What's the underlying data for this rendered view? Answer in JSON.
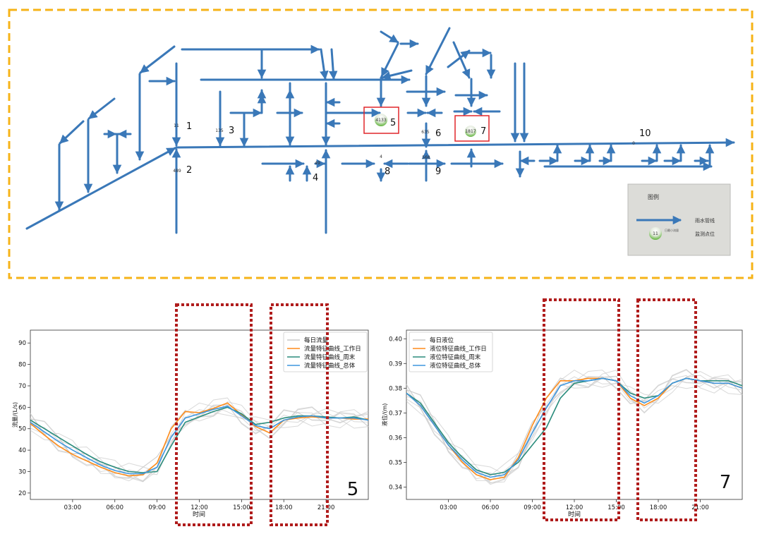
{
  "network": {
    "node_labels": [
      "1",
      "2",
      "3",
      "4",
      "5",
      "6",
      "7",
      "8",
      "9",
      "10"
    ],
    "values": [
      "11",
      "489",
      "135",
      "49",
      "4133",
      "635",
      "1817",
      "4",
      "568",
      "0"
    ],
    "legend": {
      "title": "图例",
      "pipe_label": "雨水管线",
      "point_label": "监测点位",
      "sample_value": "11",
      "sample_note": "日最小流量"
    },
    "colors": {
      "pipe": "#3a78b8",
      "frame": "#f6b318",
      "highlight": "#e0262a",
      "legend_bg": "#dcdcd8"
    }
  },
  "chart_data": [
    {
      "type": "line",
      "panel_label": "5",
      "xlabel": "时间",
      "ylabel": "流量/(L/s)",
      "xticks": [
        "03:00",
        "06:00",
        "09:00",
        "12:00",
        "15:00",
        "18:00",
        "21:00"
      ],
      "yticks": [
        "20",
        "30",
        "40",
        "50",
        "60",
        "70",
        "80",
        "90"
      ],
      "xlim": [
        0,
        24
      ],
      "ylim": [
        17,
        96
      ],
      "legend": [
        "每日流量",
        "流量特征曲线_工作日",
        "流量特征曲线_周末",
        "流量特征曲线_总体"
      ],
      "x": [
        0,
        1,
        2,
        3,
        4,
        5,
        6,
        7,
        8,
        9,
        10,
        11,
        12,
        13,
        14,
        15,
        16,
        17,
        18,
        19,
        20,
        21,
        22,
        23,
        24
      ],
      "series": [
        {
          "name": "流量特征曲线_工作日",
          "color": "#ff8c1a",
          "values": [
            52.5,
            47,
            42,
            38,
            35,
            32,
            29.5,
            28,
            28.5,
            34,
            50,
            58,
            57.5,
            59.5,
            62,
            56.5,
            51,
            48,
            54,
            55,
            55.5,
            55,
            55,
            54.5,
            54.5
          ]
        },
        {
          "name": "流量特征曲线_周末",
          "color": "#2a8c7c",
          "values": [
            54,
            50,
            46,
            42,
            38,
            34.5,
            32,
            30,
            29.5,
            30,
            42,
            53,
            55.5,
            58,
            60,
            57,
            52,
            53,
            55,
            56,
            56,
            55.5,
            55,
            55.5,
            54
          ]
        },
        {
          "name": "流量特征曲线_总体",
          "color": "#3e96de",
          "values": [
            53,
            48.5,
            44,
            40,
            36.5,
            33,
            30.5,
            29,
            29,
            32,
            46,
            55,
            57,
            59,
            60.5,
            56,
            51.5,
            50,
            54,
            55.5,
            56,
            55,
            55,
            55,
            54
          ]
        }
      ],
      "background_series_name": "每日流量",
      "background_color": "#c9c9c9"
    },
    {
      "type": "line",
      "panel_label": "7",
      "xlabel": "时间",
      "ylabel": "液位/(m)",
      "xticks": [
        "03:00",
        "06:00",
        "09:00",
        "12:00",
        "15:00",
        "18:00",
        "21:00"
      ],
      "yticks": [
        "0.34",
        "0.35",
        "0.36",
        "0.37",
        "0.38",
        "0.39",
        "0.40"
      ],
      "xlim": [
        0,
        24
      ],
      "ylim": [
        0.335,
        0.4035
      ],
      "legend": [
        "每日液位",
        "液位特征曲线_工作日",
        "液位特征曲线_周末",
        "液位特征曲线_总体"
      ],
      "x": [
        0,
        1,
        2,
        3,
        4,
        5,
        6,
        7,
        8,
        9,
        10,
        11,
        12,
        13,
        14,
        15,
        16,
        17,
        18,
        19,
        20,
        21,
        22,
        23,
        24
      ],
      "series": [
        {
          "name": "液位特征曲线_工作日",
          "color": "#ff8c1a",
          "values": [
            0.378,
            0.373,
            0.365,
            0.357,
            0.35,
            0.345,
            0.343,
            0.344,
            0.352,
            0.365,
            0.376,
            0.383,
            0.383,
            0.384,
            0.384,
            0.383,
            0.376,
            0.373,
            0.376,
            0.382,
            0.384,
            0.383,
            0.382,
            0.382,
            0.38
          ]
        },
        {
          "name": "液位特征曲线_周末",
          "color": "#2a8c7c",
          "values": [
            0.378,
            0.374,
            0.366,
            0.358,
            0.352,
            0.347,
            0.345,
            0.346,
            0.35,
            0.357,
            0.364,
            0.376,
            0.382,
            0.383,
            0.384,
            0.383,
            0.378,
            0.376,
            0.377,
            0.382,
            0.384,
            0.383,
            0.383,
            0.383,
            0.381
          ]
        },
        {
          "name": "液位特征曲线_总体",
          "color": "#3e96de",
          "values": [
            0.378,
            0.373,
            0.365,
            0.357,
            0.351,
            0.346,
            0.344,
            0.345,
            0.351,
            0.362,
            0.372,
            0.381,
            0.383,
            0.383,
            0.384,
            0.383,
            0.377,
            0.374,
            0.377,
            0.382,
            0.384,
            0.383,
            0.382,
            0.382,
            0.38
          ]
        }
      ],
      "background_series_name": "每日液位",
      "background_color": "#c9c9c9"
    }
  ]
}
